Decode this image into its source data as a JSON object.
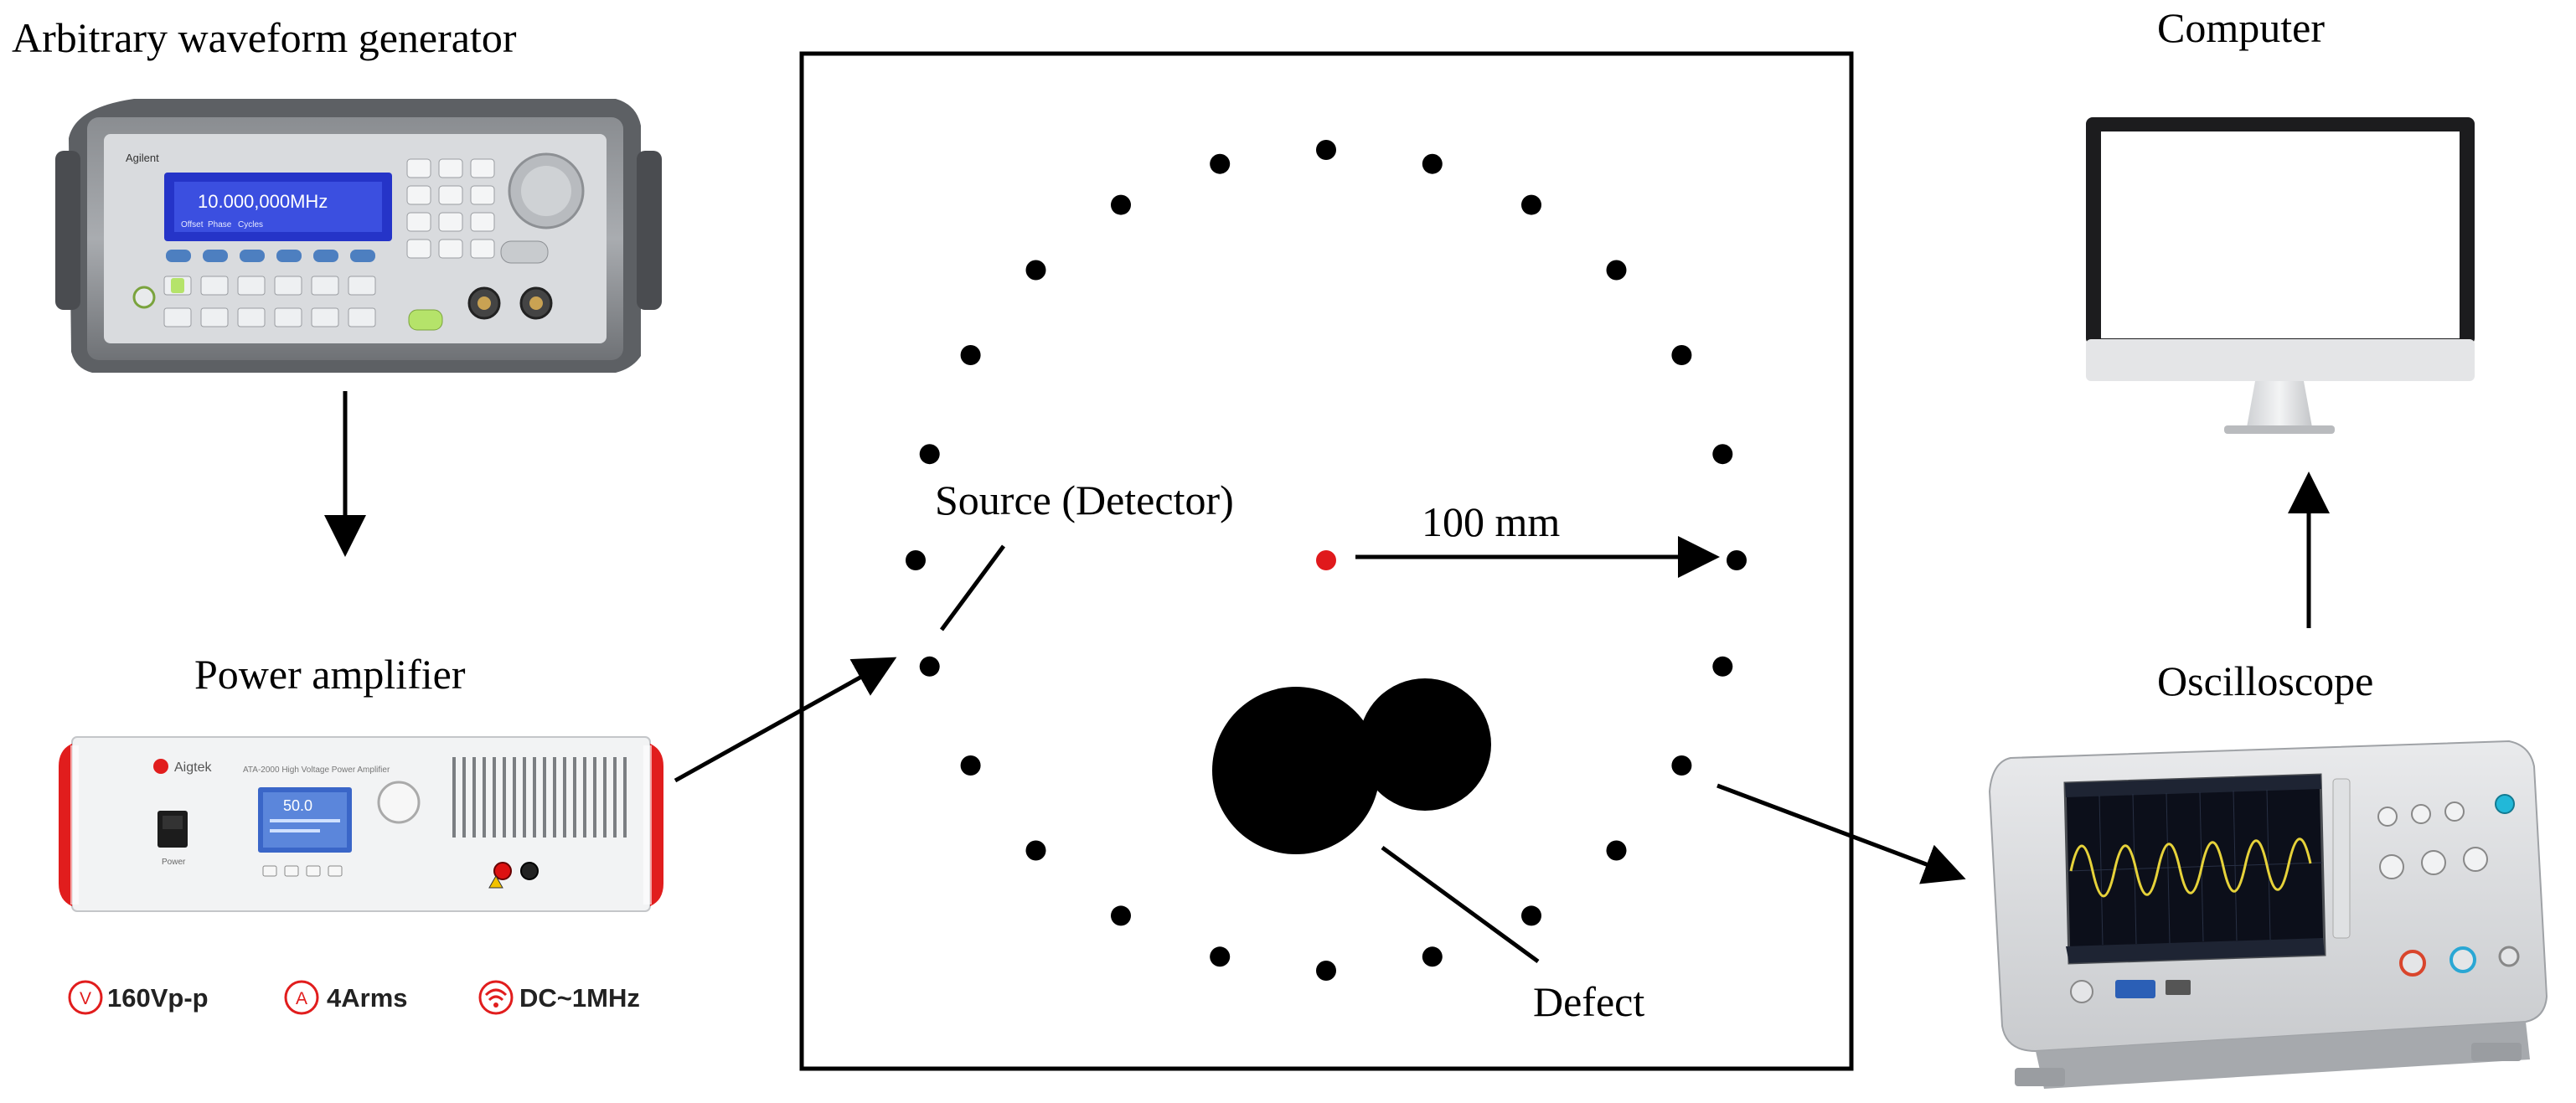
{
  "labels": {
    "awg": "Arbitrary waveform generator",
    "power_amplifier": "Power amplifier",
    "computer": "Computer",
    "oscilloscope": "Oscilloscope",
    "source": "Source (Detector)",
    "distance": "100 mm",
    "defect": "Defect"
  },
  "amp_specs": [
    {
      "icon": "voltage-icon",
      "symbol": "V",
      "text": "160Vp-p"
    },
    {
      "icon": "current-icon",
      "symbol": "A",
      "text": "4Arms"
    },
    {
      "icon": "frequency-icon",
      "symbol": "",
      "text": "DC~1MHz"
    }
  ],
  "awg_display": {
    "readout": "10.000,000MHz",
    "brand": "Agilent",
    "menu": [
      "Offset",
      "Phase",
      "Cycles"
    ]
  },
  "amp_display": {
    "brand": "Aigtek",
    "readout": "50.0",
    "model_text": "ATA-2000 High Voltage Power Amplifier",
    "power_label": "Power"
  },
  "colors": {
    "line": "#000000",
    "source_point": "#e0191c",
    "amp_accent": "#e11d1d",
    "spec_icon": "#e11d1d",
    "awg_screen": "#2534c8",
    "amp_screen": "#3a66c8",
    "scope_screen": "#0c0f1a",
    "scope_trace": "#e6d23a"
  },
  "diagram": {
    "sensor_count": 24,
    "source_sensor": "left sensor below the horizontal axis"
  }
}
